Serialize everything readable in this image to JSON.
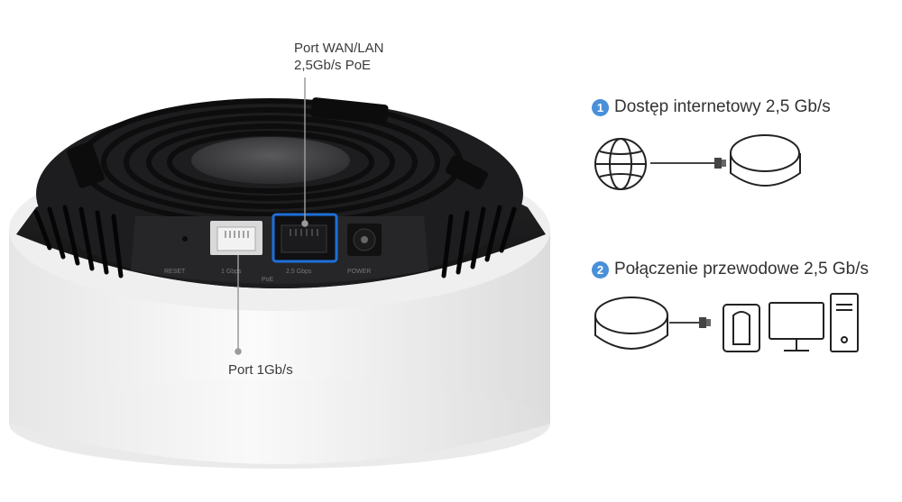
{
  "device": {
    "port_labels": [
      "RESET",
      "1 Gbps",
      "2.5 Gbps",
      "POWER"
    ],
    "poe_label": "PoE"
  },
  "callouts": {
    "wan_title": "Port WAN/LAN",
    "wan_sub": "2,5Gb/s PoE",
    "port_1g": "Port 1Gb/s"
  },
  "scenarios": [
    {
      "num": "1",
      "title": "Dostęp internetowy 2,5 Gb/s"
    },
    {
      "num": "2",
      "title": "Połączenie przewodowe 2,5 Gb/s"
    }
  ],
  "colors": {
    "accent": "#1e6fd9",
    "badge": "#4a90d9",
    "device_body": "#1c1c1e",
    "device_shell": "#f4f4f4"
  },
  "icons": [
    "globe-icon",
    "deco-unit-icon",
    "cable-plug-icon",
    "wall-outlet-icon",
    "monitor-icon",
    "pc-tower-icon"
  ]
}
